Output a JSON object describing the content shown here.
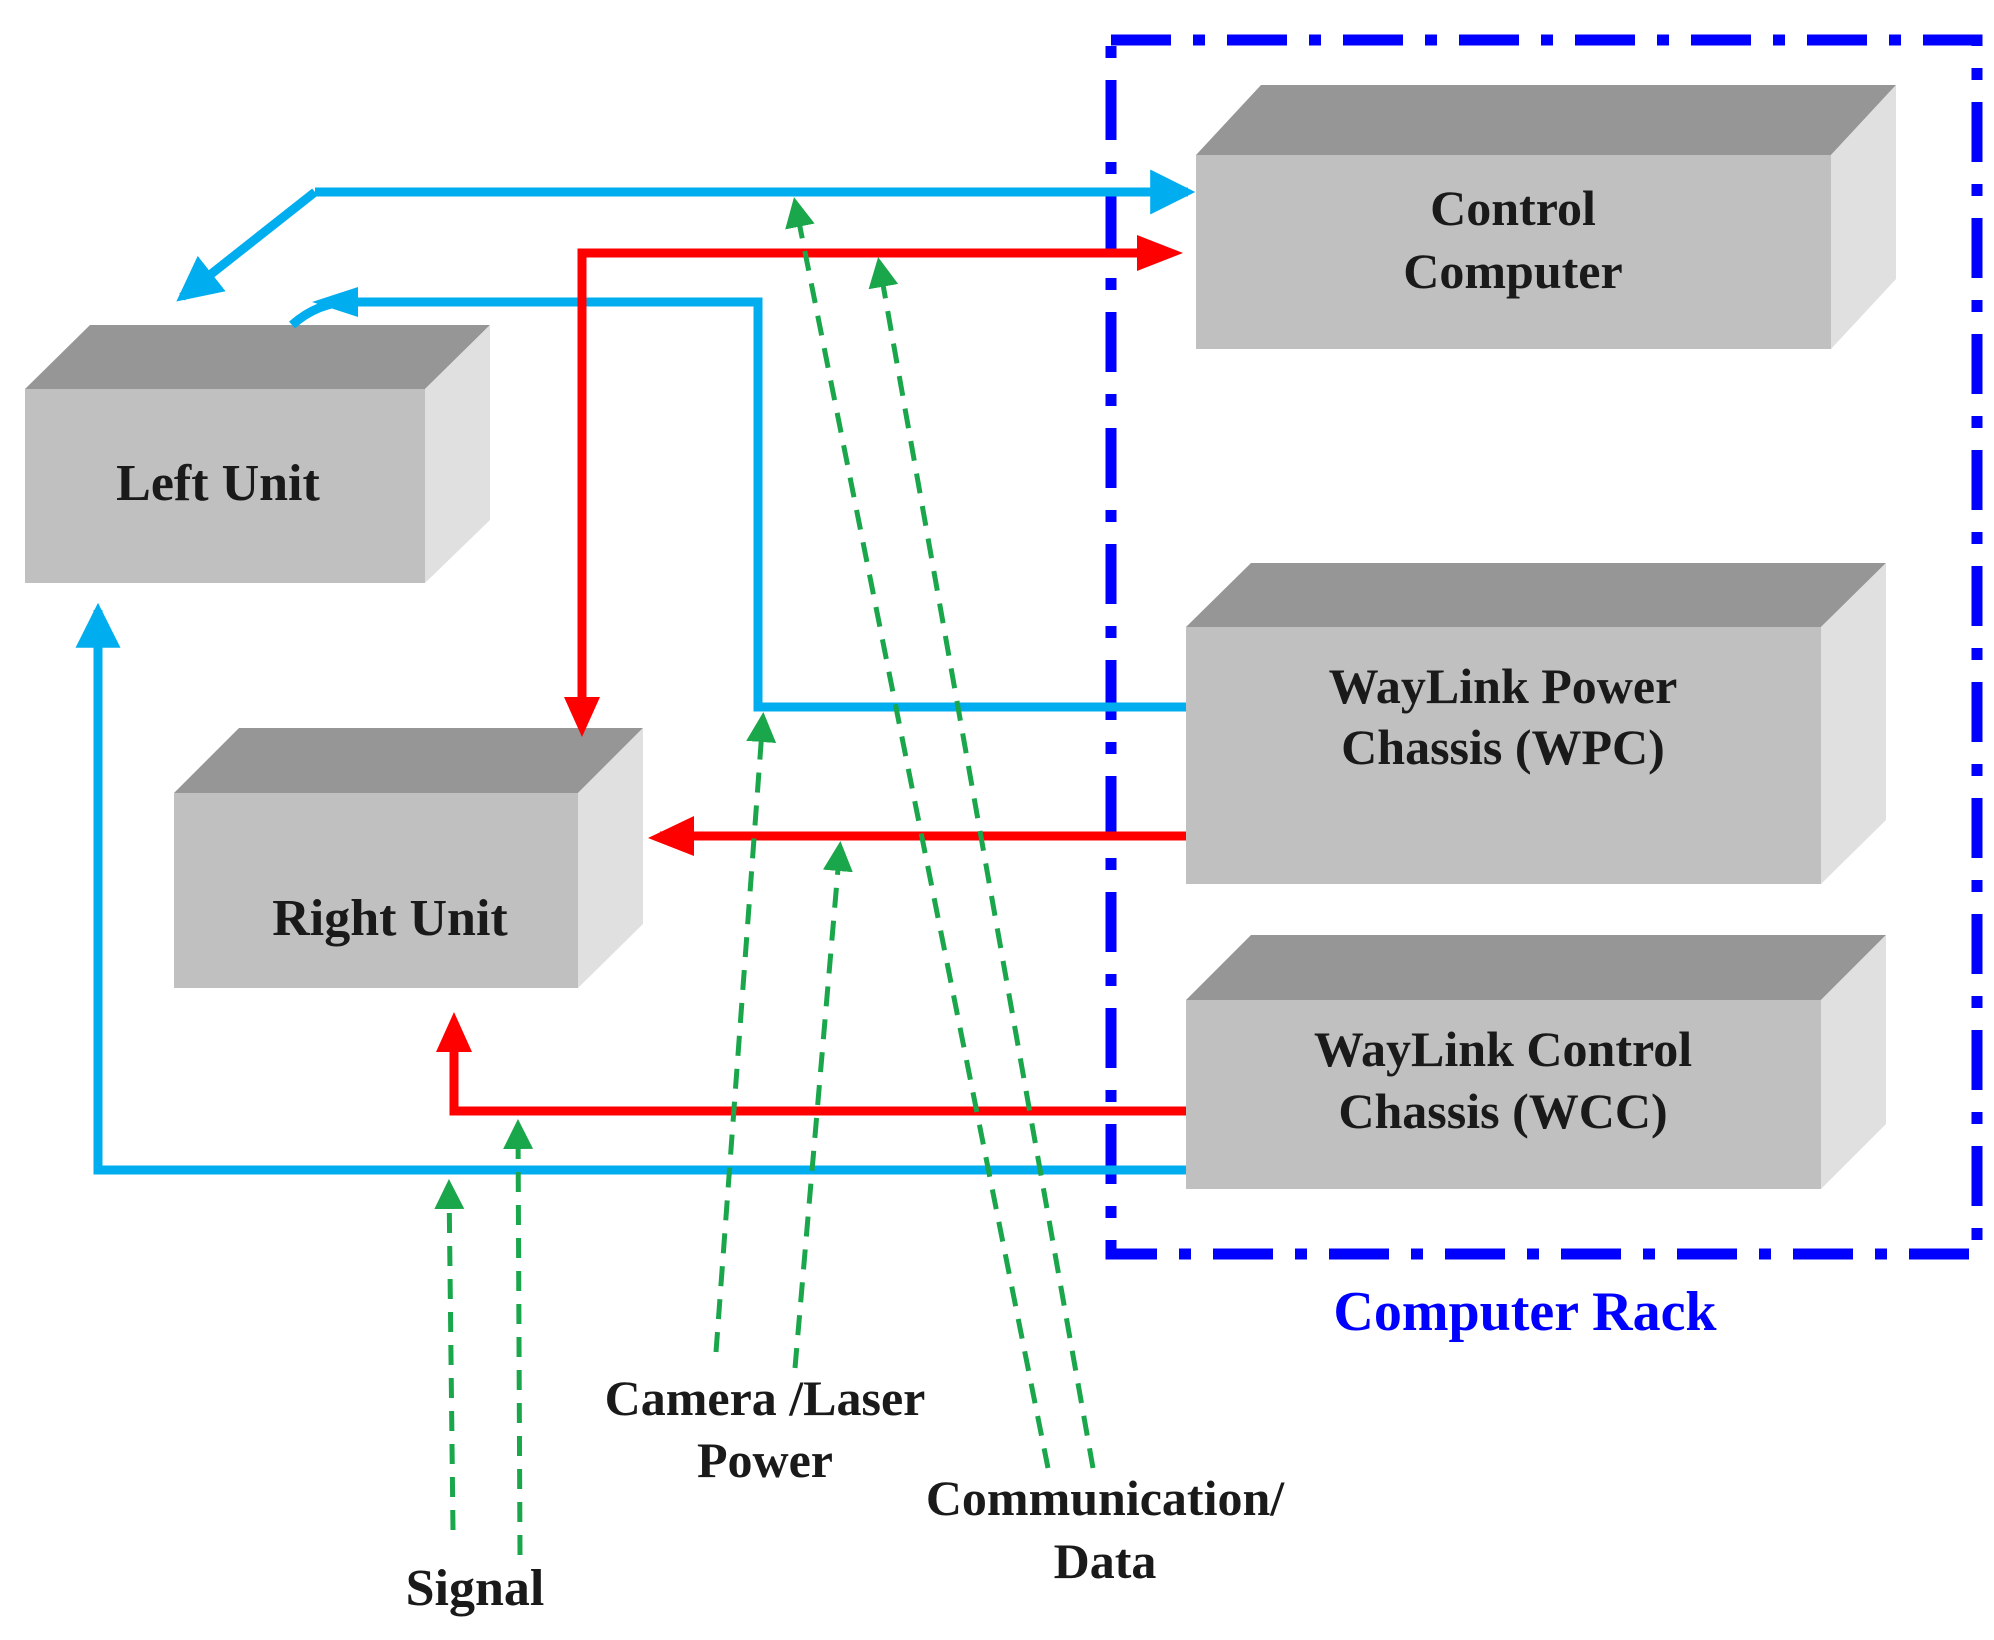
{
  "diagram": {
    "colors": {
      "power_line": "#00aeef",
      "control_line": "#ff0000",
      "callout_line": "#1aa64a",
      "rack_border": "#0000ff",
      "box_front": "#c0c0c0",
      "box_top": "#969696",
      "box_side": "#e0e0e0"
    },
    "boxes": {
      "control_computer": {
        "line1": "Control",
        "line2": "Computer"
      },
      "left_unit": {
        "line1": "Left Unit"
      },
      "right_unit": {
        "line1": "Right Unit"
      },
      "wpc": {
        "line1": "WayLink Power",
        "line2": "Chassis (WPC)"
      },
      "wcc": {
        "line1": "WayLink Control",
        "line2": "Chassis (WCC)"
      }
    },
    "rack_label": "Computer Rack",
    "callouts": {
      "camera_laser": {
        "line1": "Camera /Laser",
        "line2": "Power"
      },
      "communication": {
        "line1": "Communication/",
        "line2": "Data"
      },
      "signal": {
        "line1": "Signal"
      }
    }
  }
}
